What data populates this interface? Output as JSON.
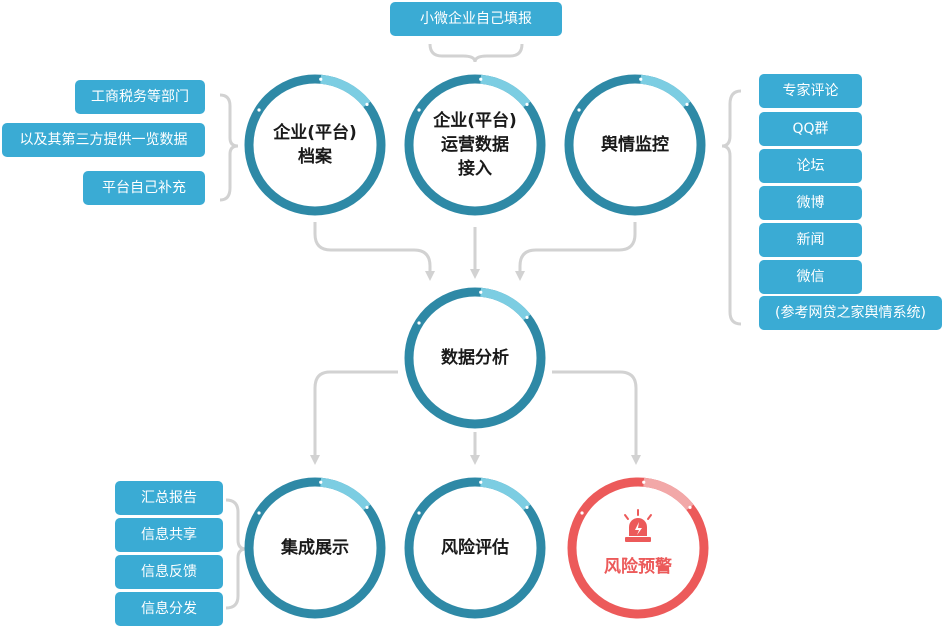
{
  "top_tag": "小微企业自己填报",
  "left_top_tags": [
    "工商税务等部门",
    "以及其第三方提供一览数据",
    "平台自己补充"
  ],
  "right_tags": [
    "专家评论",
    "QQ群",
    "论坛",
    "微博",
    "新闻",
    "微信",
    "(参考网贷之家舆情系统)"
  ],
  "left_bottom_tags": [
    "汇总报告",
    "信息共享",
    "信息反馈",
    "信息分发"
  ],
  "circles": {
    "archive": [
      "企业(平台)",
      "档案"
    ],
    "ops": [
      "企业(平台)",
      "运营数据",
      "接入"
    ],
    "opinion": [
      "舆情监控"
    ],
    "analysis": [
      "数据分析"
    ],
    "display": [
      "集成展示"
    ],
    "risk_eval": [
      "风险评估"
    ],
    "warning": [
      "风险预警"
    ]
  },
  "colors": {
    "ring": "#2e89a6",
    "ring_accent": "#7ccde2",
    "tag": "#3aabd4",
    "warning": "#ec5a5a",
    "warning_accent": "#f2a8a8",
    "arrow": "#d2d2d2"
  },
  "icons": {
    "warning": "siren-icon"
  }
}
